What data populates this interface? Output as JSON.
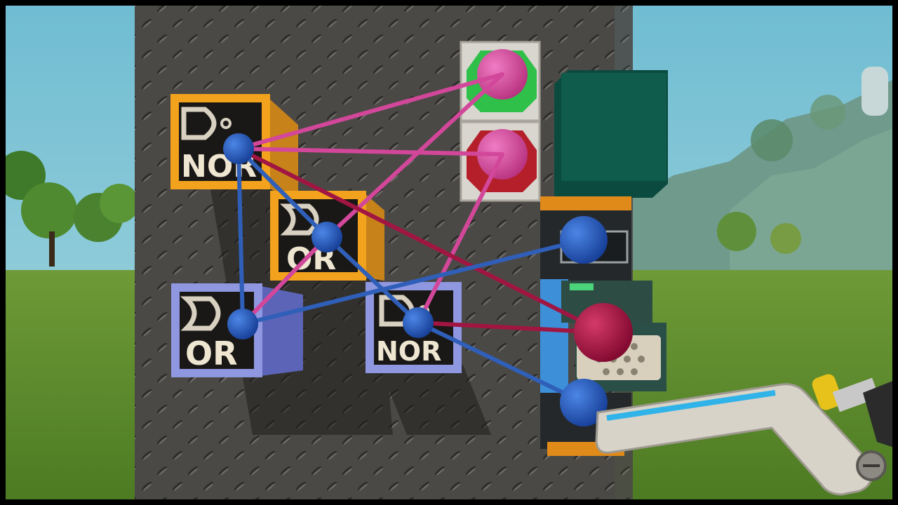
{
  "scene": {
    "description_kind": "logic-gate-wiring-view"
  },
  "gates": [
    {
      "id": "nor-top",
      "label": "NOR",
      "frame": "orange"
    },
    {
      "id": "or-middle",
      "label": "OR",
      "frame": "orange"
    },
    {
      "id": "or-bottom",
      "label": "OR",
      "frame": "blue"
    },
    {
      "id": "nor-bottom",
      "label": "NOR",
      "frame": "blue"
    }
  ],
  "colors": {
    "sky": "#7dc4d6",
    "grass": "#5e8f2e",
    "wall": "#4a4845",
    "orange_frame": "#f2a21c",
    "blue_frame": "#8e97e0",
    "wire_pink": "#d2479a",
    "wire_blue": "#2f5fb8",
    "wire_crimson": "#a11543",
    "node_blue": "#1d4fb4",
    "node_pink": "#d84ba0",
    "node_crimson": "#a5103f",
    "button_green_ring": "#2fc04a",
    "button_red_ring": "#b51f2a",
    "teal_block": "#0e5548"
  },
  "icons": [
    "logic-gate-icon",
    "button-icon",
    "connection-node-icon",
    "connect-tool-icon"
  ]
}
